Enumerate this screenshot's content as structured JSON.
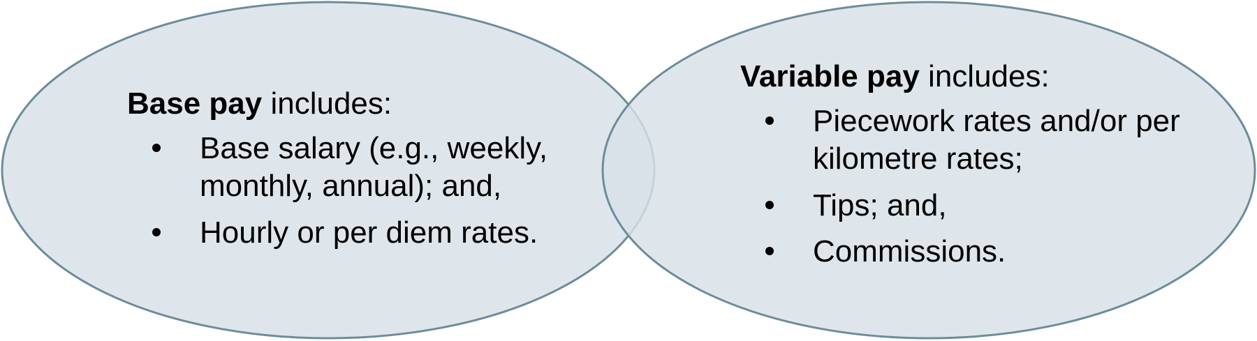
{
  "colors": {
    "ellipse_fill": "#d8e1e6",
    "ellipse_stroke": "#6d8c9a",
    "background": "#ffffff",
    "text": "#000000"
  },
  "left_circle": {
    "heading_bold": "Base pay",
    "heading_rest": " includes:",
    "items": [
      "Base salary (e.g., weekly, monthly, annual); and,",
      "Hourly or per diem rates."
    ]
  },
  "right_circle": {
    "heading_bold": "Variable pay",
    "heading_rest": " includes:",
    "items": [
      "Piecework rates and/or per kilometre rates;",
      "Tips; and,",
      "Commissions."
    ]
  }
}
